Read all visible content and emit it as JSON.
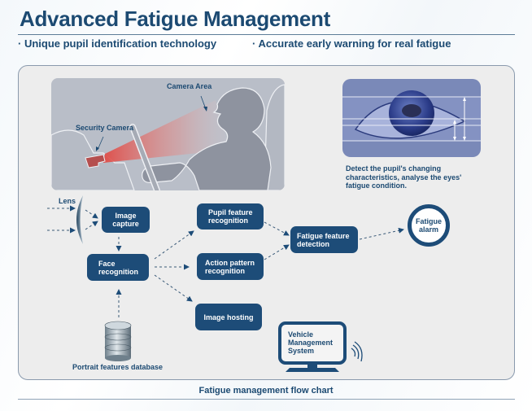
{
  "header": {
    "title": "Advanced Fatigue Management",
    "bullets": [
      "· Unique pupil identification technology",
      "· Accurate early warning for real fatigue"
    ]
  },
  "scene": {
    "camera_area_label": "Camera Area",
    "security_camera_label": "Security Camera"
  },
  "eye_panel": {
    "caption_lines": [
      "Detect the pupil's changing",
      "characteristics, analyse the eyes'",
      "fatigue condition."
    ]
  },
  "flow": {
    "lens_label": "Lens",
    "nodes": {
      "image_capture": [
        "Image",
        "capture"
      ],
      "face_recognition": [
        "Face",
        "recognition"
      ],
      "pupil_feature": [
        "Pupil feature",
        "recognition"
      ],
      "action_pattern": [
        "Action pattern",
        "recognition"
      ],
      "image_hosting": "Image hosting",
      "fatigue_detection": [
        "Fatigue feature",
        "detection"
      ],
      "fatigue_alarm": [
        "Fatigue",
        "alarm"
      ]
    },
    "database_label": "Portrait features database",
    "vms_lines": [
      "Vehicle",
      "Management",
      "System"
    ]
  },
  "caption": "Fatigue management flow chart",
  "colors": {
    "brand_navy": "#1d4c78",
    "panel_bg": "#ededed",
    "camera_beam": "#e0564f"
  }
}
